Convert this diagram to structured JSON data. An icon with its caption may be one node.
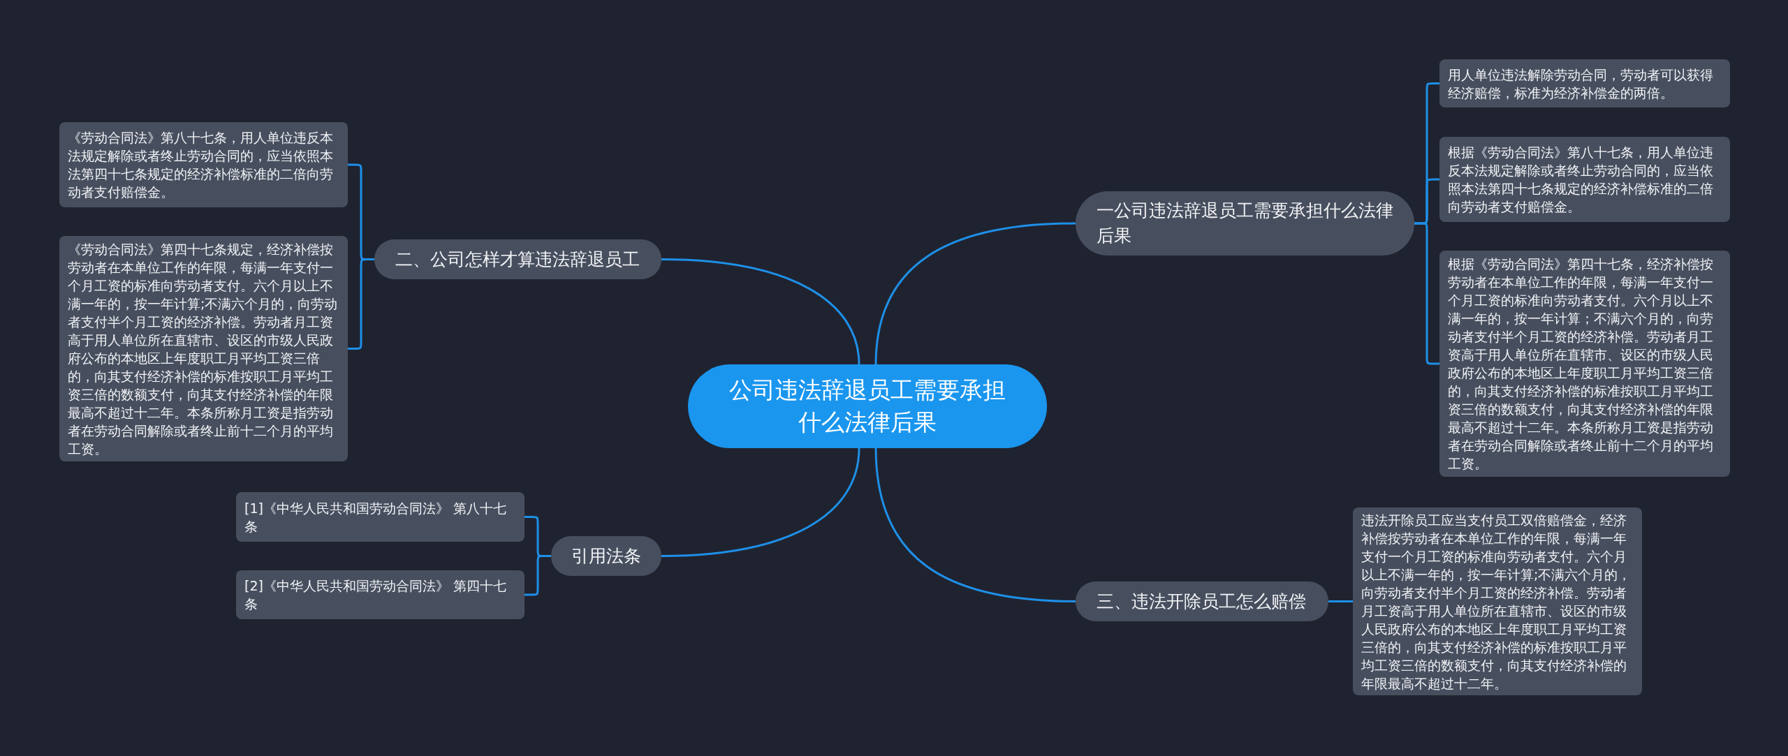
{
  "diagram": {
    "nodes": [
      {
        "text": [
          "公司违法辞退员工需要承担什么法律后果"
        ]
      },
      {
        "text": [
          "一公司违法辞退员工需要承担什么法律后果"
        ]
      },
      {
        "text": [
          "用人单位违法解除劳动合同，劳动者可以获得经济赔偿，标准为经济补偿金的两倍。"
        ]
      },
      {
        "text": [
          "根据《劳动合同法》第八十七条，用人单位违反本法规定解除或者终止劳动合同的，应当依照本法第四十七条规定的经济补偿标准的二倍向劳动者支付赔偿金。"
        ]
      },
      {
        "text": [
          "根据《劳动合同法》第四十七条，经济补偿按劳动者在本单位工作的年限，每满一年支付一个月工资的标准向劳动者支付。六个月以上不满一年的，按一年计算；不满六个月的，向劳动者支付半个月工资的经济补偿。劳动者月工资高于用人单位所在直辖市、设区的市级人民政府公布的本地区上年度职工月平均工资三倍的，向其支付经济补偿的标准按职工月平均工资三倍的数额支付，向其支付经济补偿的年限最高不超过十二年。本条所称月工资是指劳动者在劳动合同解除或者终止前十二个月的平均工资。"
        ]
      },
      {
        "text": [
          "二、公司怎样才算违法辞退员工"
        ]
      },
      {
        "text": [
          "《劳动合同法》第八十七条，用人单位违反本法规定解除或者终止劳动合同的，应当依照本法第四十七条规定的经济补偿标准的二倍向劳动者支付赔偿金。"
        ]
      },
      {
        "text": [
          "《劳动合同法》第四十七条规定，经济补偿按劳动者在本单位工作的年限，每满一年支付一个月工资的标准向劳动者支付。六个月以上不满一年的，按一年计算;不满六个月的，向劳动者支付半个月工资的经济补偿。劳动者月工资高于用人单位所在直辖市、设区的市级人民政府公布的本地区上年度职工月平均工资三倍的，向其支付经济补偿的标准按职工月平均工资三倍的数额支付，向其支付经济补偿的年限最高不超过十二年。本条所称月工资是指劳动者在劳动合同解除或者终止前十二个月的平均工资。"
        ]
      },
      {
        "text": [
          "引用法条"
        ]
      },
      {
        "text": [
          "[1]《中华人民共和国劳动合同法》 第八十七条"
        ]
      },
      {
        "text": [
          "[2]《中华人民共和国劳动合同法》 第四十七条"
        ]
      },
      {
        "text": [
          "三、违法开除员工怎么赔偿"
        ]
      },
      {
        "text": [
          "违法开除员工应当支付员工双倍赔偿金，经济补偿按劳动者在本单位工作的年限，每满一年支付一个月工资的标准向劳动者支付。六个月以上不满一年的，按一年计算;不满六个月的，向劳动者支付半个月工资的经济补偿。劳动者月工资高于用人单位所在直辖市、设区的市级人民政府公布的本地区上年度职工月平均工资三倍的，向其支付经济补偿的标准按职工月平均工资三倍的数额支付，向其支付经济补偿的年限最高不超过十二年。"
        ]
      }
    ],
    "edges": [
      {
        "from": 0,
        "to": 1,
        "arrow": "none"
      },
      {
        "from": 1,
        "to": 2,
        "arrow": "none"
      },
      {
        "from": 1,
        "to": 3,
        "arrow": "none"
      },
      {
        "from": 1,
        "to": 4,
        "arrow": "none"
      },
      {
        "from": 0,
        "to": 5,
        "arrow": "none"
      },
      {
        "from": 5,
        "to": 6,
        "arrow": "none"
      },
      {
        "from": 5,
        "to": 7,
        "arrow": "none"
      },
      {
        "from": 0,
        "to": 8,
        "arrow": "none"
      },
      {
        "from": 8,
        "to": 9,
        "arrow": "none"
      },
      {
        "from": 8,
        "to": 10,
        "arrow": "none"
      },
      {
        "from": 0,
        "to": 11,
        "arrow": "none"
      },
      {
        "from": 11,
        "to": 12,
        "arrow": "none"
      }
    ]
  }
}
